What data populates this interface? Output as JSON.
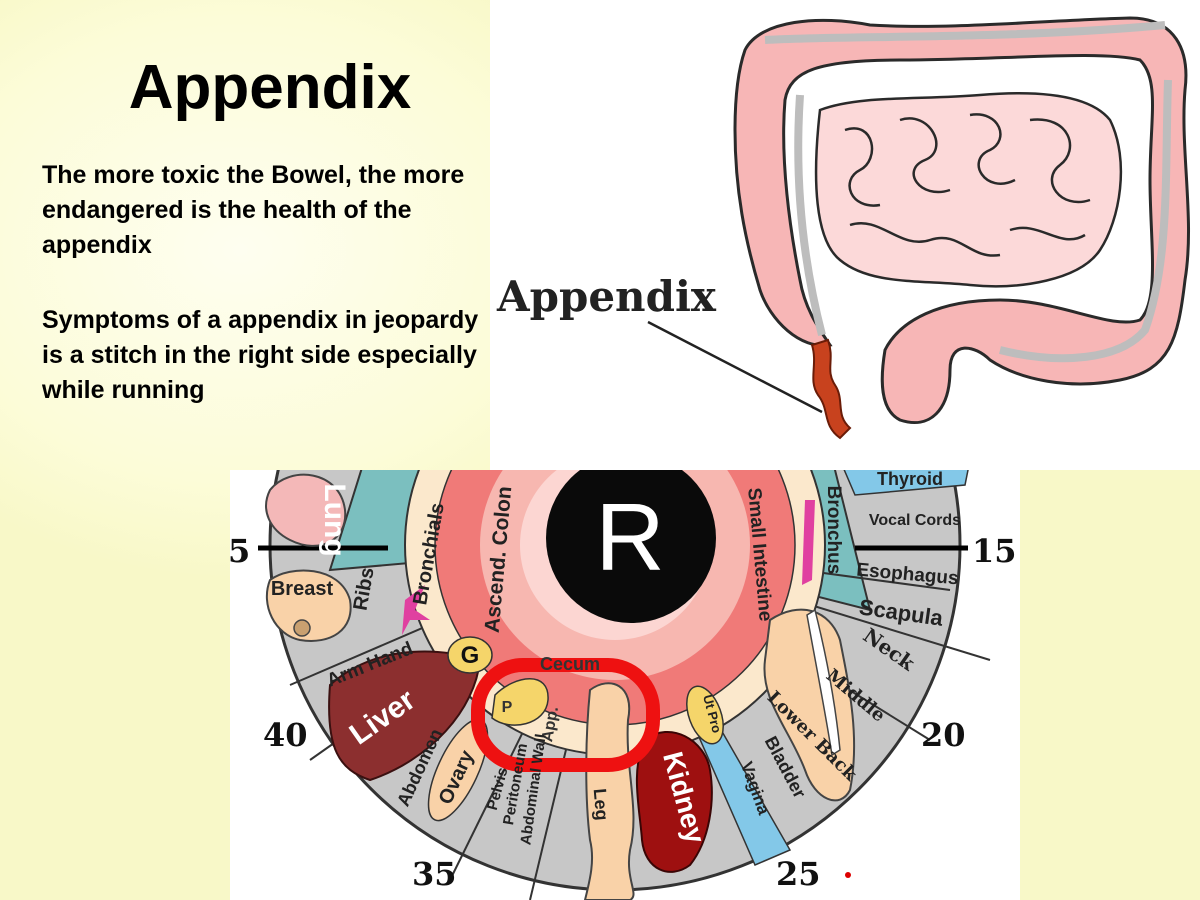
{
  "slide": {
    "title": "Appendix",
    "paragraphs": [
      "The more toxic the Bowel, the more endangered is the health of the appendix",
      "Symptoms of a appendix in jeopardy is a stitch in the right side especially while running"
    ]
  },
  "colon_figure": {
    "callout_label": "Appendix"
  },
  "iris_chart": {
    "center_letter": "R",
    "clock_numbers": {
      "n5": "5",
      "n15": "15",
      "n40": "40",
      "n20": "20",
      "n35": "35",
      "n25": "25"
    },
    "ring_labels": {
      "ascend_colon": "Ascend. Colon",
      "small_intestine": "Small Intestine",
      "cecum": "Cecum",
      "app": "App.",
      "p": "P"
    },
    "zones": {
      "lung": "Lung",
      "bronchials": "Bronchials",
      "breast": "Breast",
      "ribs": "Ribs",
      "arm_hand": "Arm Hand",
      "g": "G",
      "liver": "Liver",
      "abdomen": "Abdomen",
      "ovary": "Ovary",
      "pelvis": "Pelvis",
      "peritoneum": "Peritoneum",
      "abdominal_wall": "Abdominal Wall",
      "leg": "Leg",
      "kidney": "Kidney",
      "ut_pro": "Ut Pro",
      "vagina": "Vagina",
      "bladder": "Bladder",
      "lower_back": "Lower Back",
      "middle": "Middle",
      "neck": "Neck",
      "scapula": "Scapula",
      "esophagus": "Esophagus",
      "bronchus": "Bronchus",
      "vocal_cords": "Vocal Cords",
      "thyroid": "Thyroid"
    },
    "colors": {
      "outer_grey": "#c7c7c7",
      "teal": "#7bbfbf",
      "blue": "#83c8e8",
      "salmon": "#f07a78",
      "pink_ring": "#f7b7b0",
      "cream": "#fbe8cc",
      "highlight_red": "#ee1111",
      "liver": "#8c2f2f",
      "kidney": "#9e1010",
      "skin": "#f9d2a8"
    }
  }
}
